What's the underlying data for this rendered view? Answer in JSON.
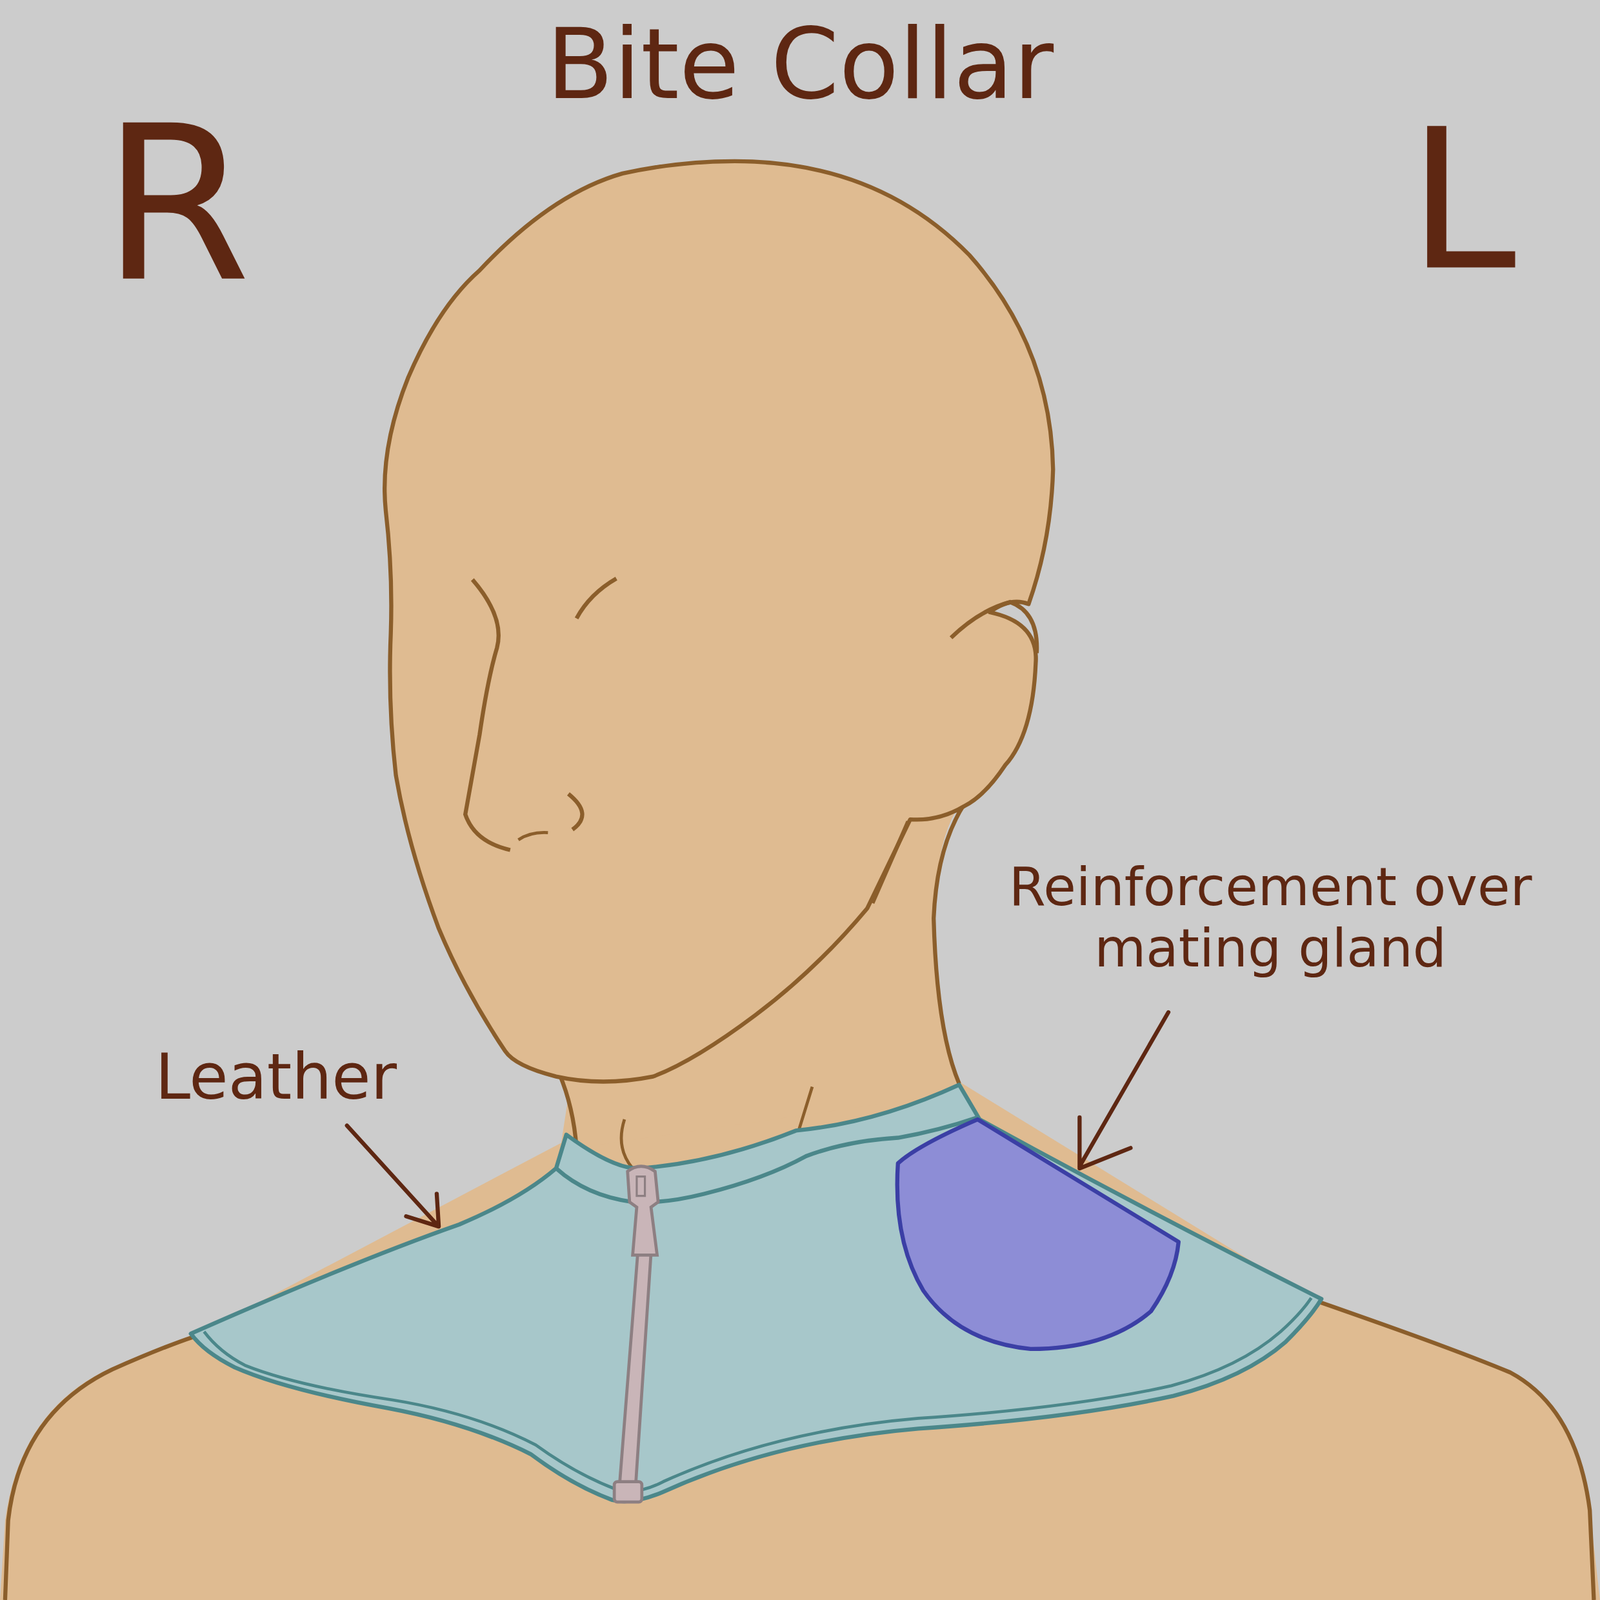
{
  "diagram": {
    "title": "Bite Collar",
    "labels": [
      "R",
      "L",
      "Leather",
      "Reinforcement over mating gland"
    ]
  }
}
